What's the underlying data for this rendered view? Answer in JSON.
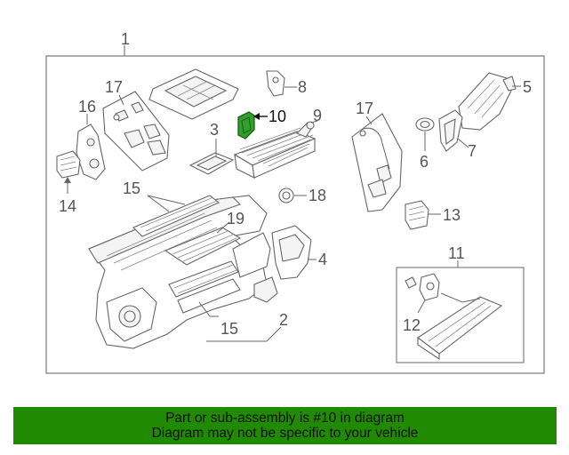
{
  "callouts": {
    "c1": "1",
    "c2": "2",
    "c3": "3",
    "c4": "4",
    "c5": "5",
    "c6": "6",
    "c7": "7",
    "c8": "8",
    "c9": "9",
    "c10": "10",
    "c11": "11",
    "c12": "12",
    "c13": "13",
    "c14": "14",
    "c15a": "15",
    "c15b": "15",
    "c16": "16",
    "c17a": "17",
    "c17b": "17",
    "c18": "18",
    "c19": "19"
  },
  "highlighted_part": "10",
  "colors": {
    "banner_bg": "#208a00",
    "highlight_part": "#2fa02a"
  },
  "banner": {
    "line1": "Part or sub-assembly is #10 in diagram",
    "line2": "Diagram may not be specific to your vehicle"
  }
}
